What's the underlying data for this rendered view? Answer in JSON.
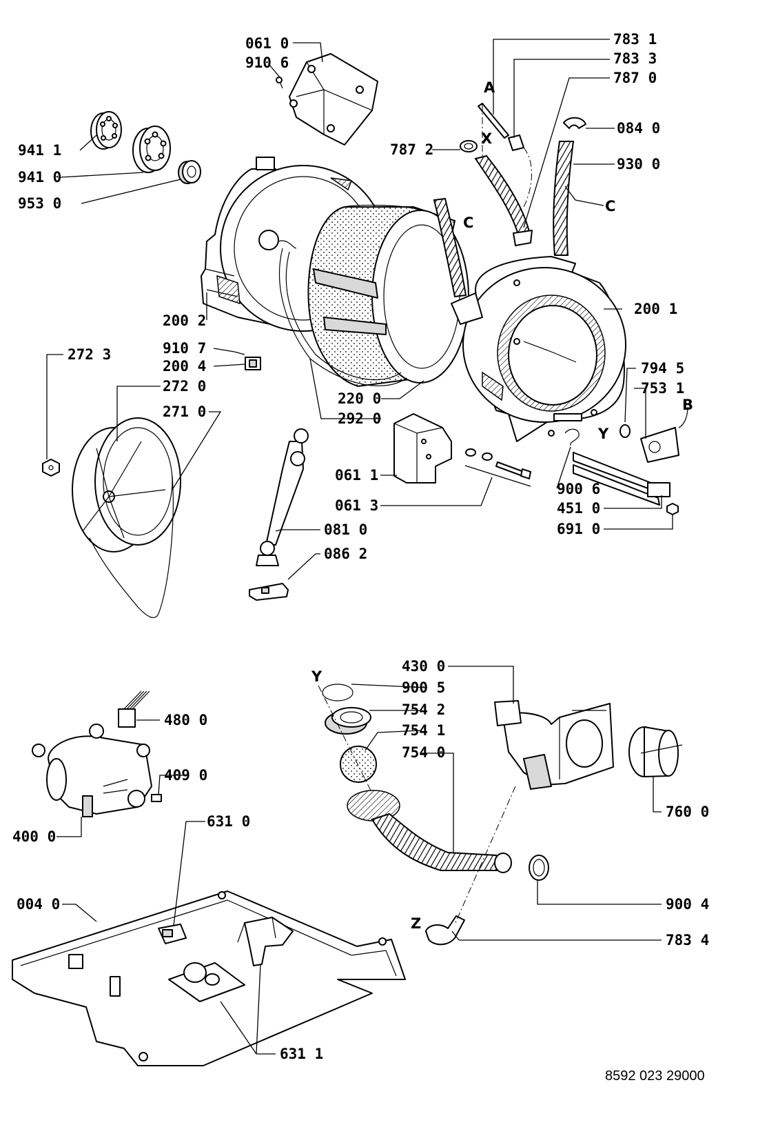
{
  "document_code": "8592 023 29000",
  "callouts": {
    "c0610": "061 0",
    "c9106": "910 6",
    "c7831": "783 1",
    "c7833": "783 3",
    "c7870": "787 0",
    "c0840": "084 0",
    "c9300": "930 0",
    "c7872": "787 2",
    "c9411": "941 1",
    "c9410": "941 0",
    "c9530": "953 0",
    "c2001": "200 1",
    "c2002": "200 2",
    "c9107": "910 7",
    "c2004": "200 4",
    "c2723": "272 3",
    "c2720": "272 0",
    "c2710": "271 0",
    "c2200": "220 0",
    "c2920": "292 0",
    "c7945": "794 5",
    "c7531": "753 1",
    "c0611": "061 1",
    "c0613": "061 3",
    "c9006": "900 6",
    "c4510": "451 0",
    "c6910": "691 0",
    "c0810": "081 0",
    "c0862": "086 2",
    "c4300": "430 0",
    "c9005": "900 5",
    "c7542": "754 2",
    "c7541": "754 1",
    "c7540": "754 0",
    "c4800": "480 0",
    "c4090": "409 0",
    "c4000": "400 0",
    "c6310": "631 0",
    "c0040": "004 0",
    "c6311": "631 1",
    "c7600": "760 0",
    "c9004": "900 4",
    "c7834": "783 4"
  },
  "reference_letters": {
    "a": "A",
    "x": "X",
    "c_drum": "C",
    "c_hose": "C",
    "b": "B",
    "y_tub": "Y",
    "y_pump": "Y",
    "z": "Z"
  }
}
